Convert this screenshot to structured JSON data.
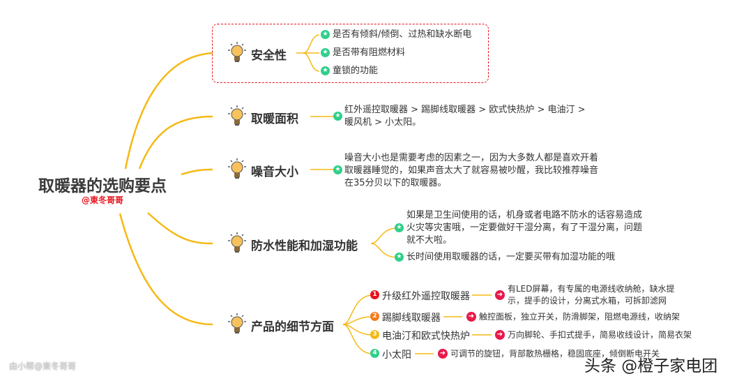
{
  "root": {
    "title": "取暖器的选购要点",
    "author": "@東冬哥哥"
  },
  "colors": {
    "line": "#f5b915",
    "star": "#2fcf8a",
    "box": "#e8121c",
    "arrow": "#e8194a",
    "num": [
      "#e8121c",
      "#f57b1c",
      "#f5b915",
      "#2fcf8a"
    ]
  },
  "branches": [
    {
      "label": "安全性",
      "icon": "lightbulb-icon",
      "items": [
        "是否有倾斜/倾倒、过热和缺水断电",
        "是否带有阻燃材料",
        "童锁的功能"
      ]
    },
    {
      "label": "取暖面积",
      "icon": "lightbulb-icon",
      "items": [
        "红外遥控取暖器 > 踢脚线取暖器 > 欧式快热炉 > 电油汀 >",
        "暖风机 > 小太阳。"
      ]
    },
    {
      "label": "噪音大小",
      "icon": "lightbulb-icon",
      "items": [
        "噪音大小也是需要考虑的因素之一，因为大多数人都是喜欢开着",
        "取暖器睡觉的，如果声音太大了就容易被吵醒，我比较推荐噪音",
        "在35分贝以下的取暖器。"
      ]
    },
    {
      "label": "防水性能和加湿功能",
      "icon": "lightbulb-icon",
      "items": [
        "如果是卫生间使用的话，机身或者电路不防水的话容易造成",
        "火灾等灾害哦，一定要做好干湿分离，有了干湿分离，问题",
        "就不大啦。",
        "长时间使用取暖器的话，一定要买带有加湿功能的哦"
      ]
    },
    {
      "label": "产品的细节方面",
      "icon": "lightbulb-icon",
      "items": [
        {
          "num": "1",
          "name": "升级红外遥控取暖器",
          "detail": [
            "有LED屏幕，有专属的电源线收纳舱，缺水提",
            "示，提手的设计，分离式水箱，可拆卸滤网"
          ]
        },
        {
          "num": "2",
          "name": "踢脚线取暖器",
          "detail": [
            "触控面板，独立开关，防滑脚架，阻燃电源线，收纳架"
          ]
        },
        {
          "num": "3",
          "name": "电油汀和欧式快热炉",
          "detail": [
            "万向脚轮、手扣式提手，简易收线设计，简易衣架"
          ]
        },
        {
          "num": "4",
          "name": "小太阳",
          "detail": [
            "可调节的旋钮，背部散热栅格，稳固底座，倾倒断电开关"
          ]
        }
      ]
    }
  ],
  "watermark": "由小帮@東冬哥哥",
  "brand": "头条 @橙子家电团"
}
